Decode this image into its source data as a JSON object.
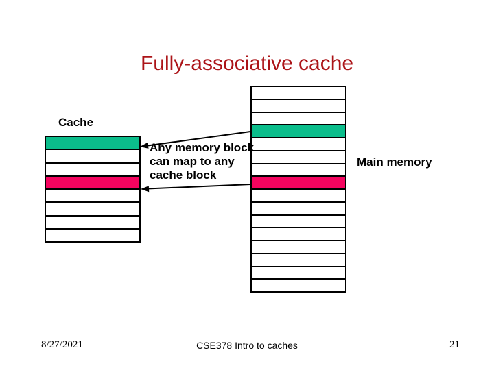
{
  "slide": {
    "title": "Fully-associative cache",
    "title_color": "#AC1418",
    "cache_label": "Cache",
    "main_memory_label": "Main memory",
    "annotation": {
      "lines": [
        "Any memory block",
        "can map to any",
        "cache block"
      ]
    },
    "colors": {
      "green_block": "#0BBD8B",
      "pink_block": "#F5045F"
    },
    "cache_table": {
      "rows": 8,
      "green_row_index": 0,
      "pink_row_index": 3
    },
    "memory_table": {
      "rows": 16,
      "green_row_index": 3,
      "pink_row_index": 7
    },
    "footer": {
      "date": "8/27/2021",
      "center": "CSE378 Intro to caches",
      "page_number": "21"
    }
  }
}
